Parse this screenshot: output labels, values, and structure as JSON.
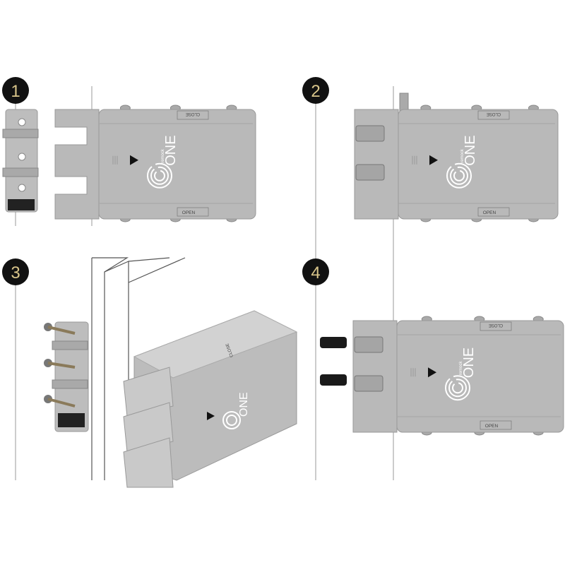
{
  "steps": [
    {
      "number": "1"
    },
    {
      "number": "2"
    },
    {
      "number": "3"
    },
    {
      "number": "4"
    }
  ],
  "lock": {
    "brand_small": "remock",
    "brand_large": "ONE",
    "close_label": "CLOSE",
    "open_label": "OPEN"
  },
  "colors": {
    "badge_bg": "#111111",
    "badge_text": "#d9c58a",
    "lock_body": "#b9b9b9",
    "lock_dark": "#8f8f8f",
    "line": "#9a9a9a"
  }
}
